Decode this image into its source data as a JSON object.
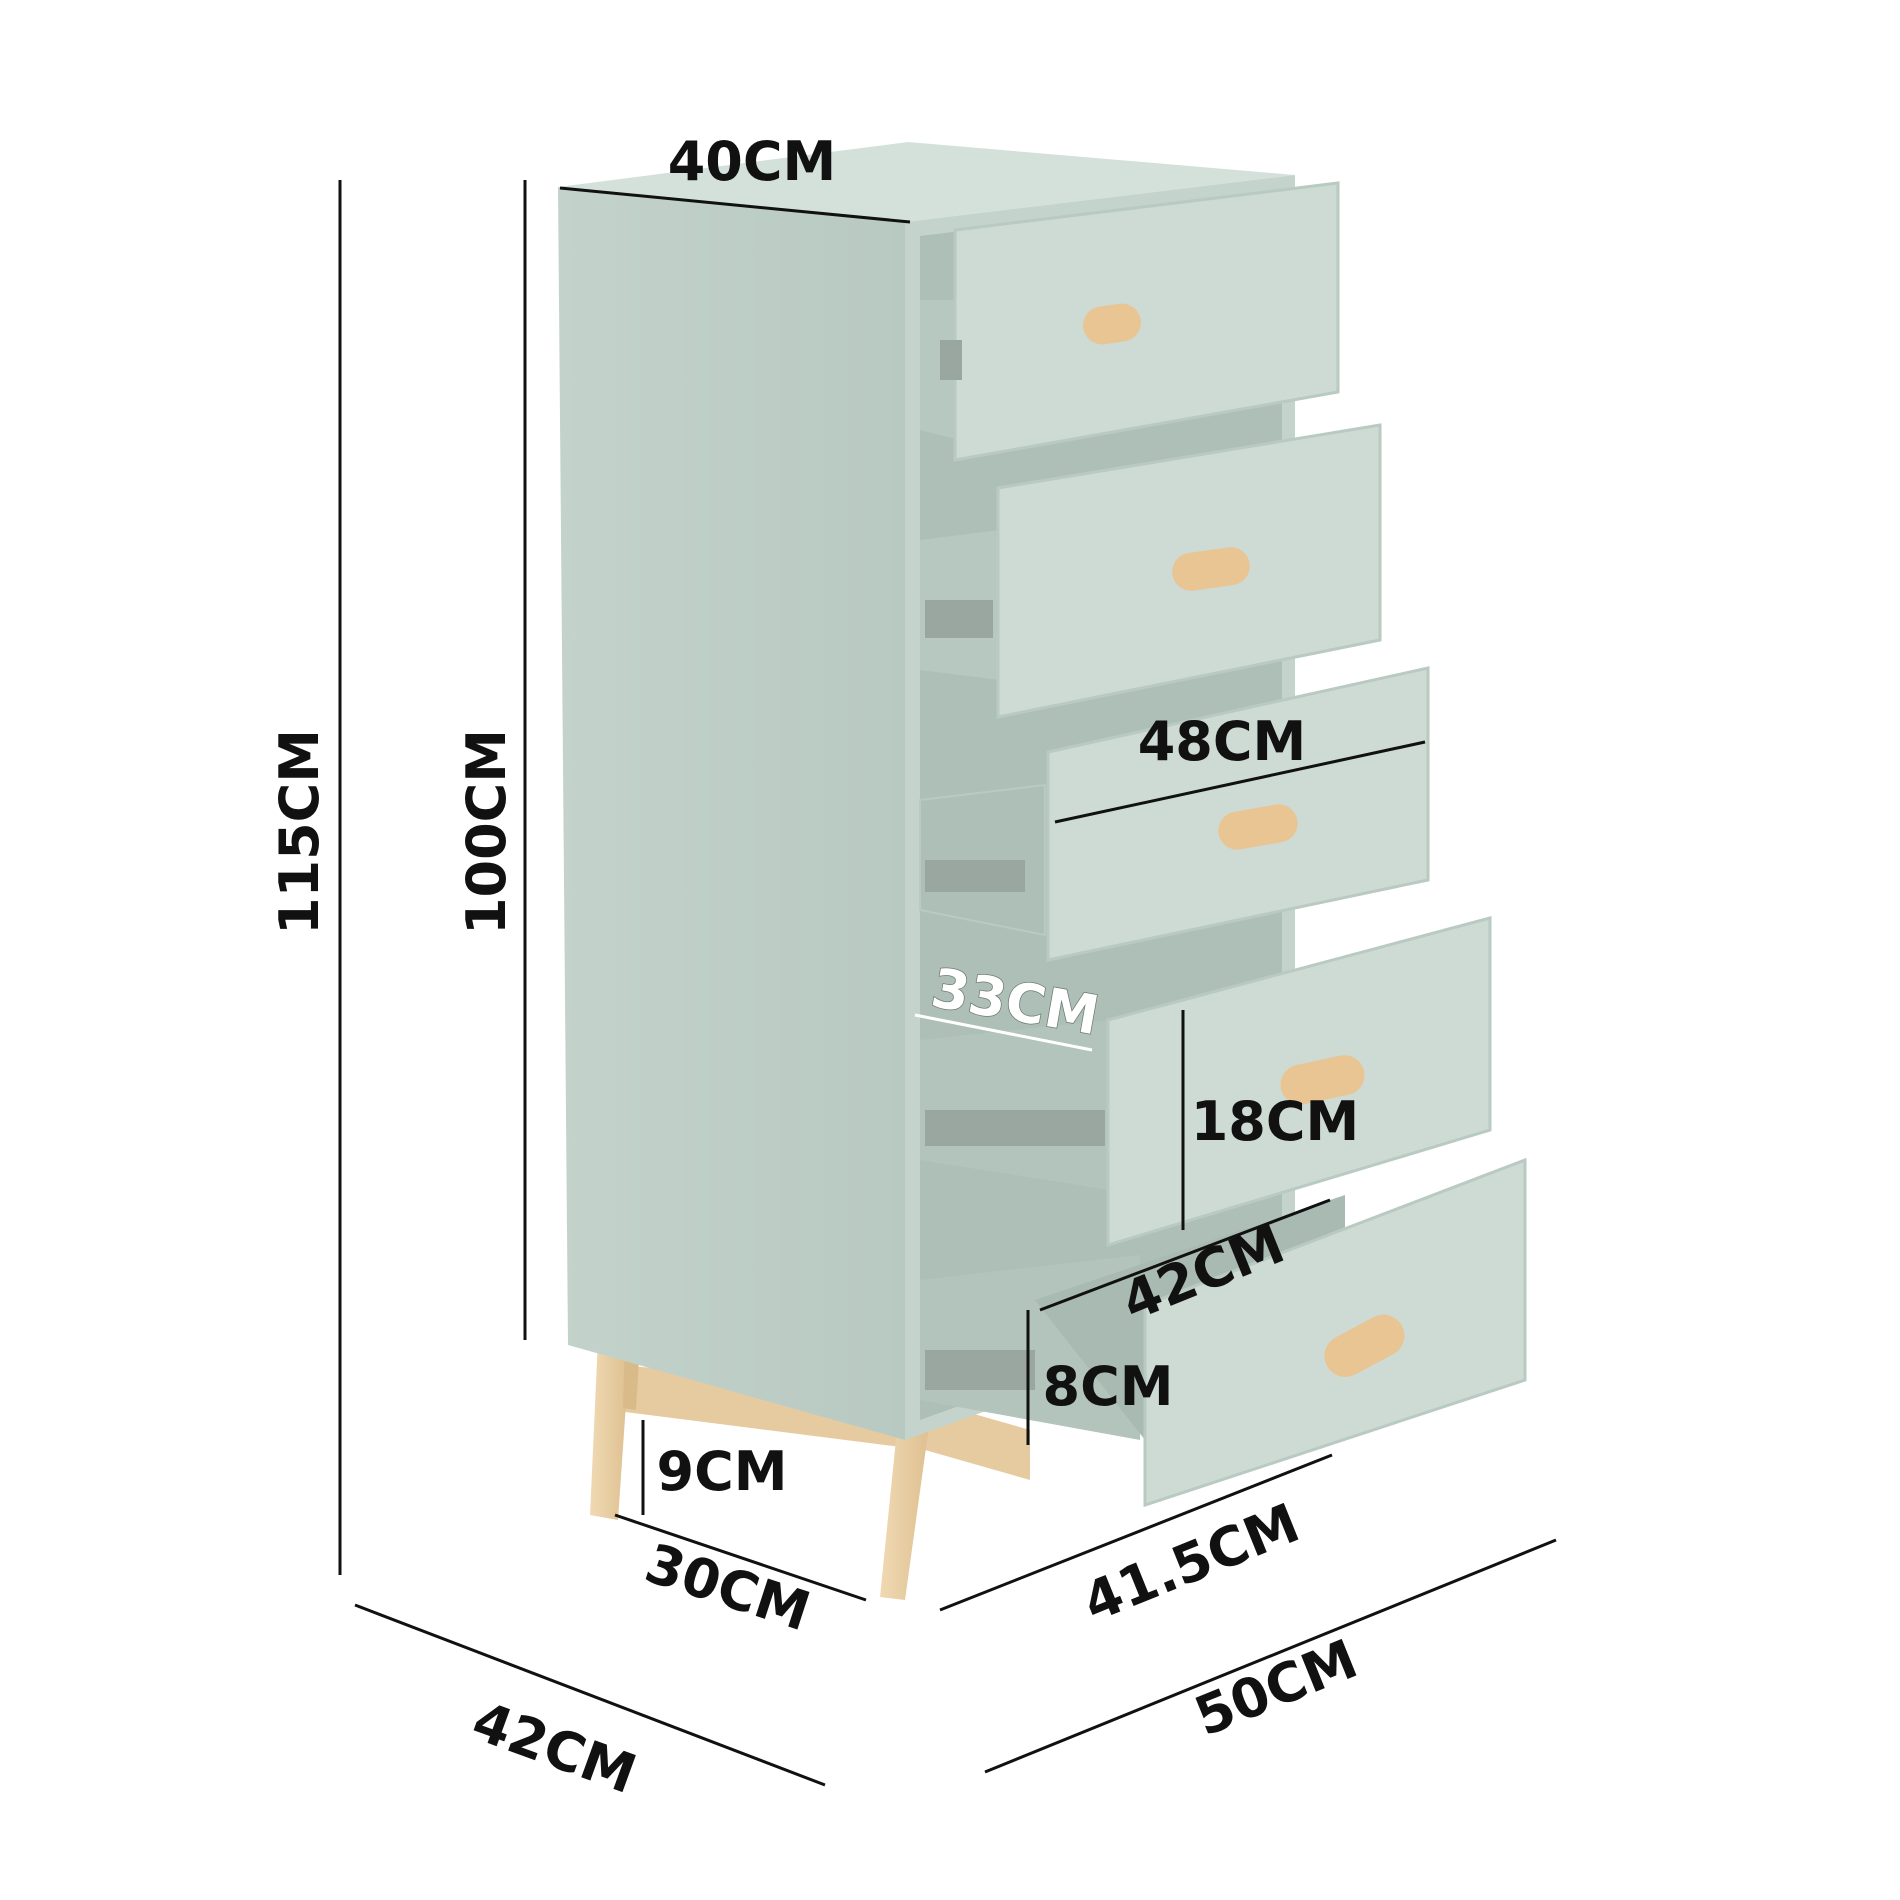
{
  "colors": {
    "cabinet_body": "#c8d7d0",
    "cabinet_side": "#bfcfc8",
    "cabinet_top": "#d3e0da",
    "drawer_front": "#cbdad3",
    "drawer_interior": "#b3c4bc",
    "wood": "#e9cfa5",
    "handle": "#e6c38f",
    "dimension_line": "#111111"
  },
  "dimensions": {
    "top_width": "40CM",
    "total_height": "115CM",
    "body_height": "100CM",
    "drawer_width": "48CM",
    "drawer_inner_depth": "33CM",
    "drawer_height": "18CM",
    "drawer_depth": "42CM",
    "drawer_inner_height": "8CM",
    "leg_height": "9CM",
    "base_width": "30CM",
    "base_depth": "41.5CM",
    "overall_width": "42CM",
    "overall_depth": "50CM"
  }
}
